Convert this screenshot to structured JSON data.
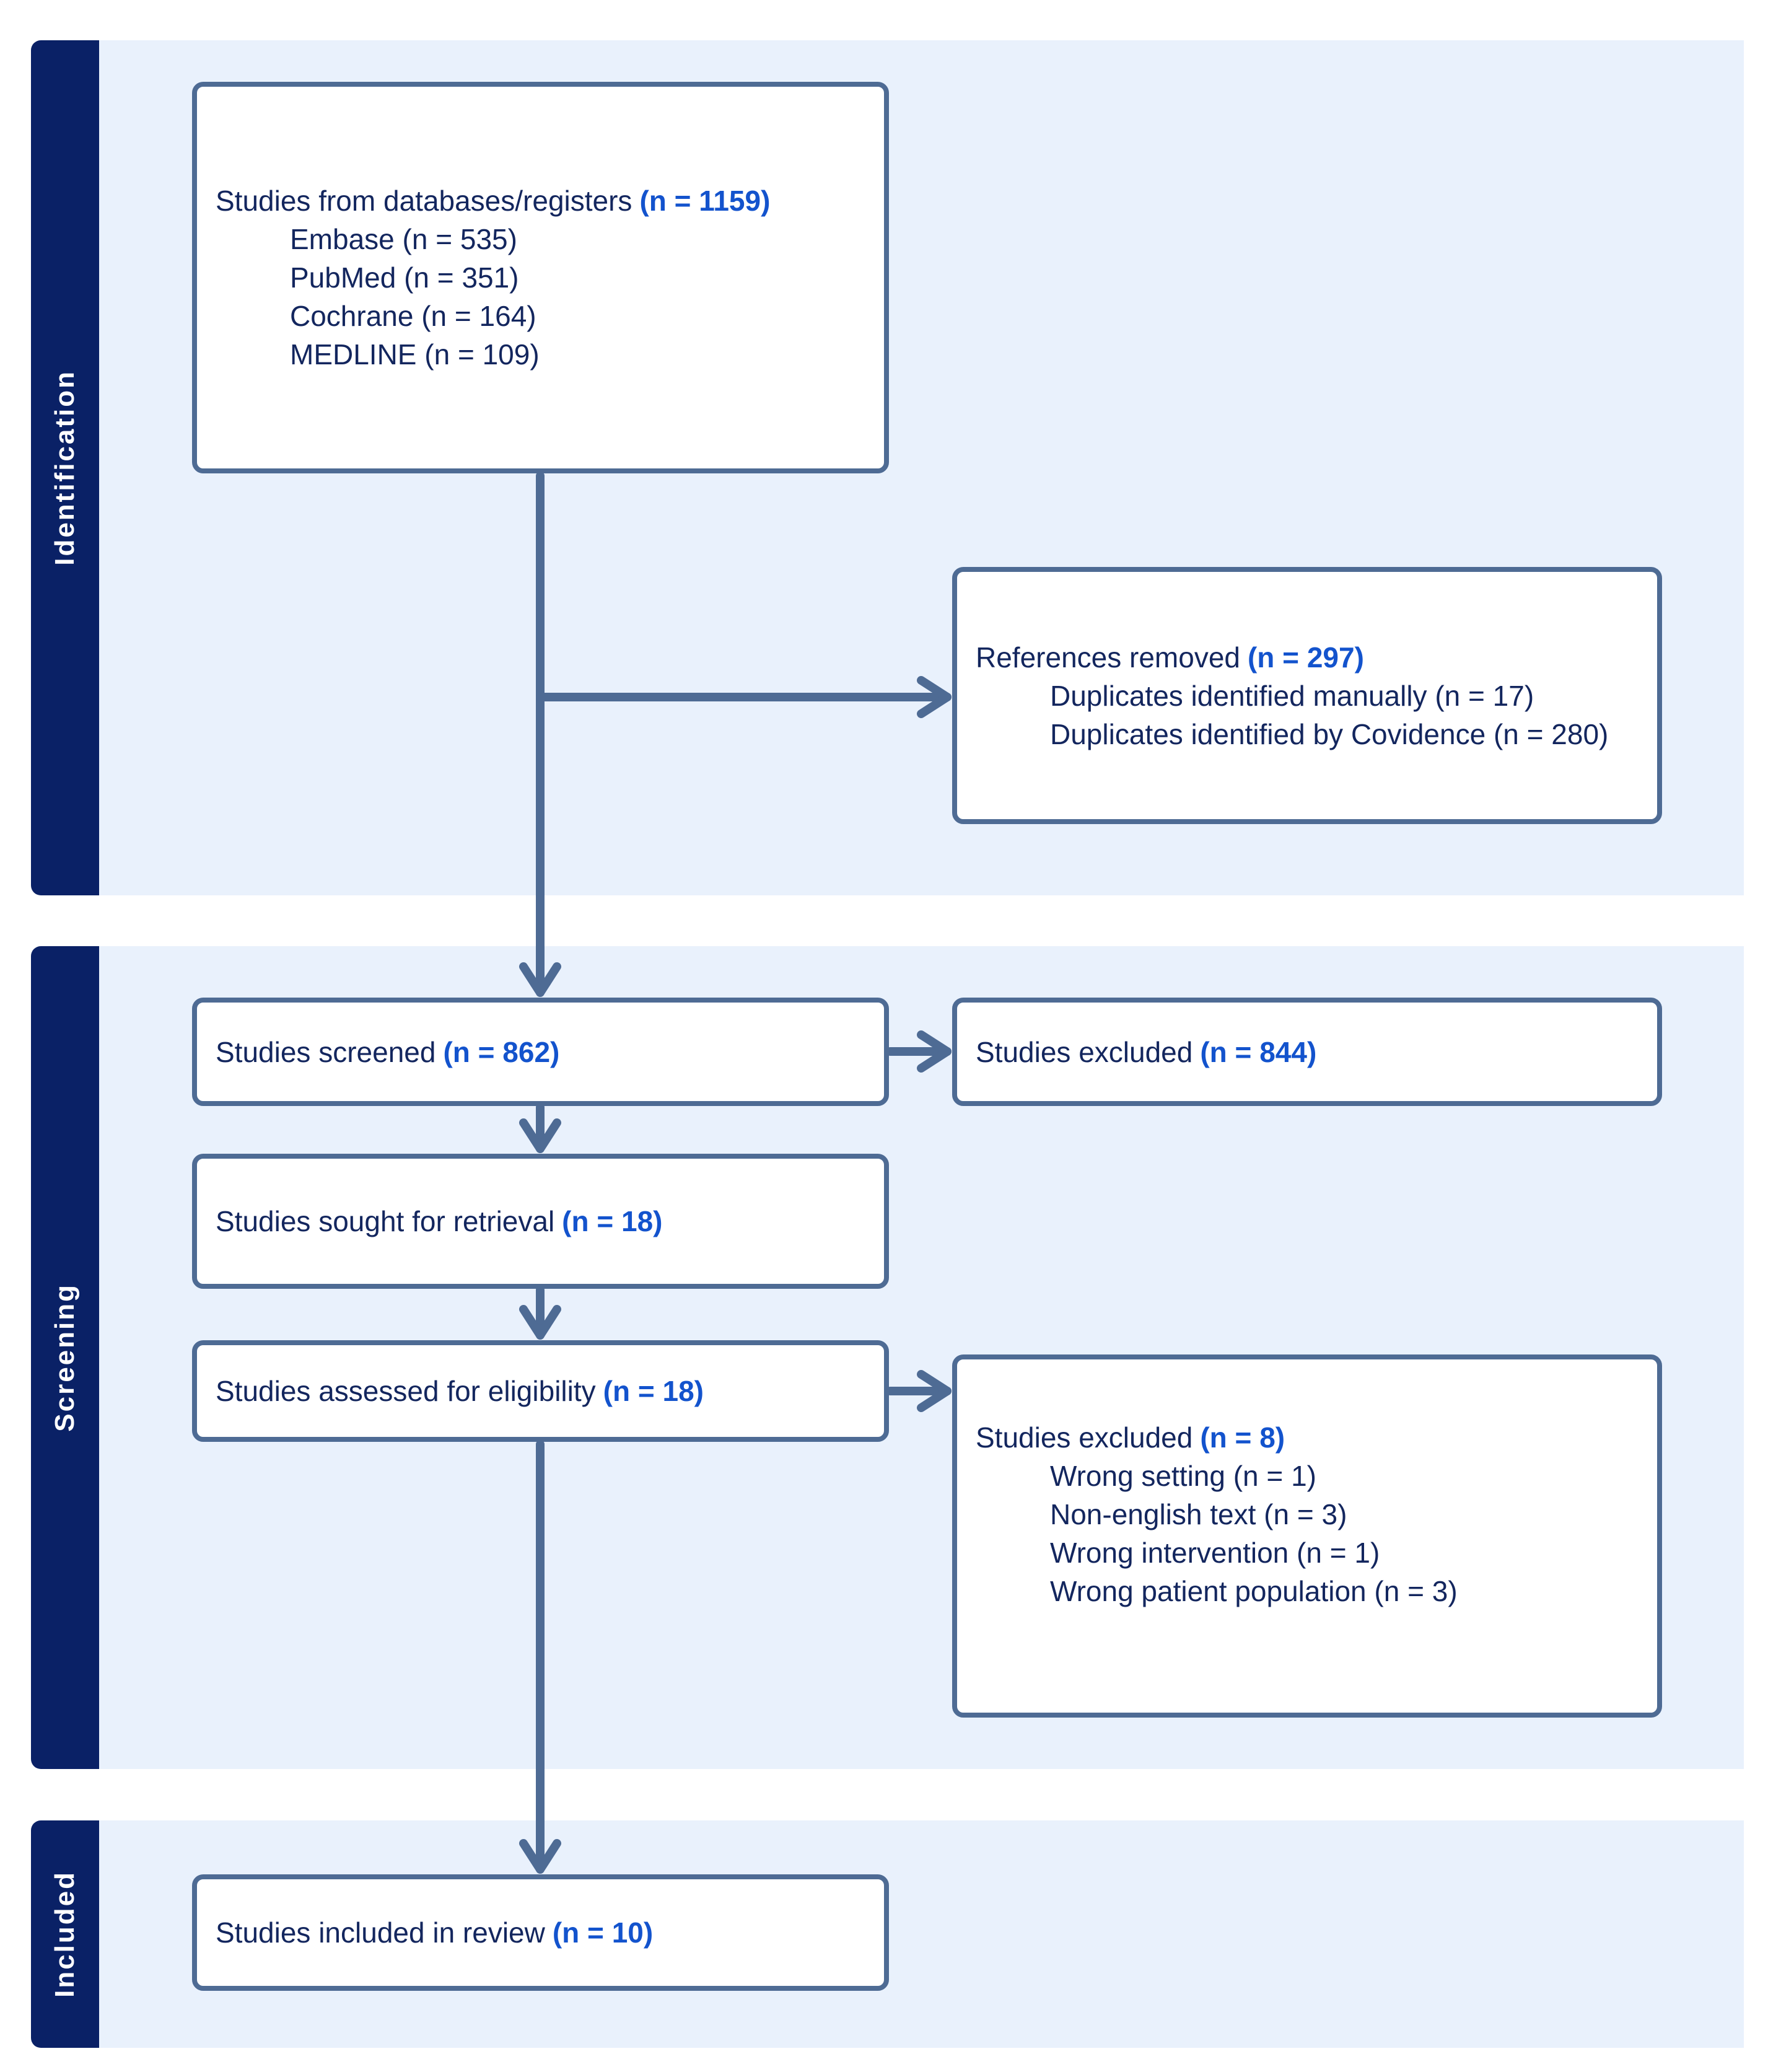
{
  "sections": [
    {
      "label": "Identification"
    },
    {
      "label": "Screening"
    },
    {
      "label": "Included"
    }
  ],
  "boxes": {
    "databases": {
      "title": "Studies from databases/registers",
      "count": "(n = 1159)",
      "items": [
        "Embase (n = 535)",
        "PubMed (n = 351)",
        "Cochrane (n = 164)",
        "MEDLINE (n = 109)"
      ]
    },
    "references_removed": {
      "title": "References removed",
      "count": "(n = 297)",
      "items": [
        "Duplicates identified manually (n = 17)",
        "Duplicates identified by Covidence (n = 280)"
      ]
    },
    "screened": {
      "title": "Studies screened",
      "count": "(n = 862)"
    },
    "excluded_screened": {
      "title": "Studies excluded",
      "count": "(n = 844)"
    },
    "sought": {
      "title": "Studies sought for retrieval",
      "count": "(n = 18)"
    },
    "assessed": {
      "title": "Studies assessed for eligibility",
      "count": "(n = 18)"
    },
    "excluded_assessed": {
      "title": "Studies excluded",
      "count": "(n = 8)",
      "items": [
        "Wrong setting (n = 1)",
        "Non-english text (n = 3)",
        "Wrong intervention (n = 1)",
        "Wrong patient population (n = 3)"
      ]
    },
    "included": {
      "title": "Studies included in review",
      "count": "(n = 10)"
    }
  },
  "colors": {
    "sidebar_navy": "#0a2166",
    "panel_blue": "#e9f1fc",
    "border_slate": "#4e6b94",
    "text_navy": "#13265e",
    "accent_blue": "#1353cd"
  }
}
